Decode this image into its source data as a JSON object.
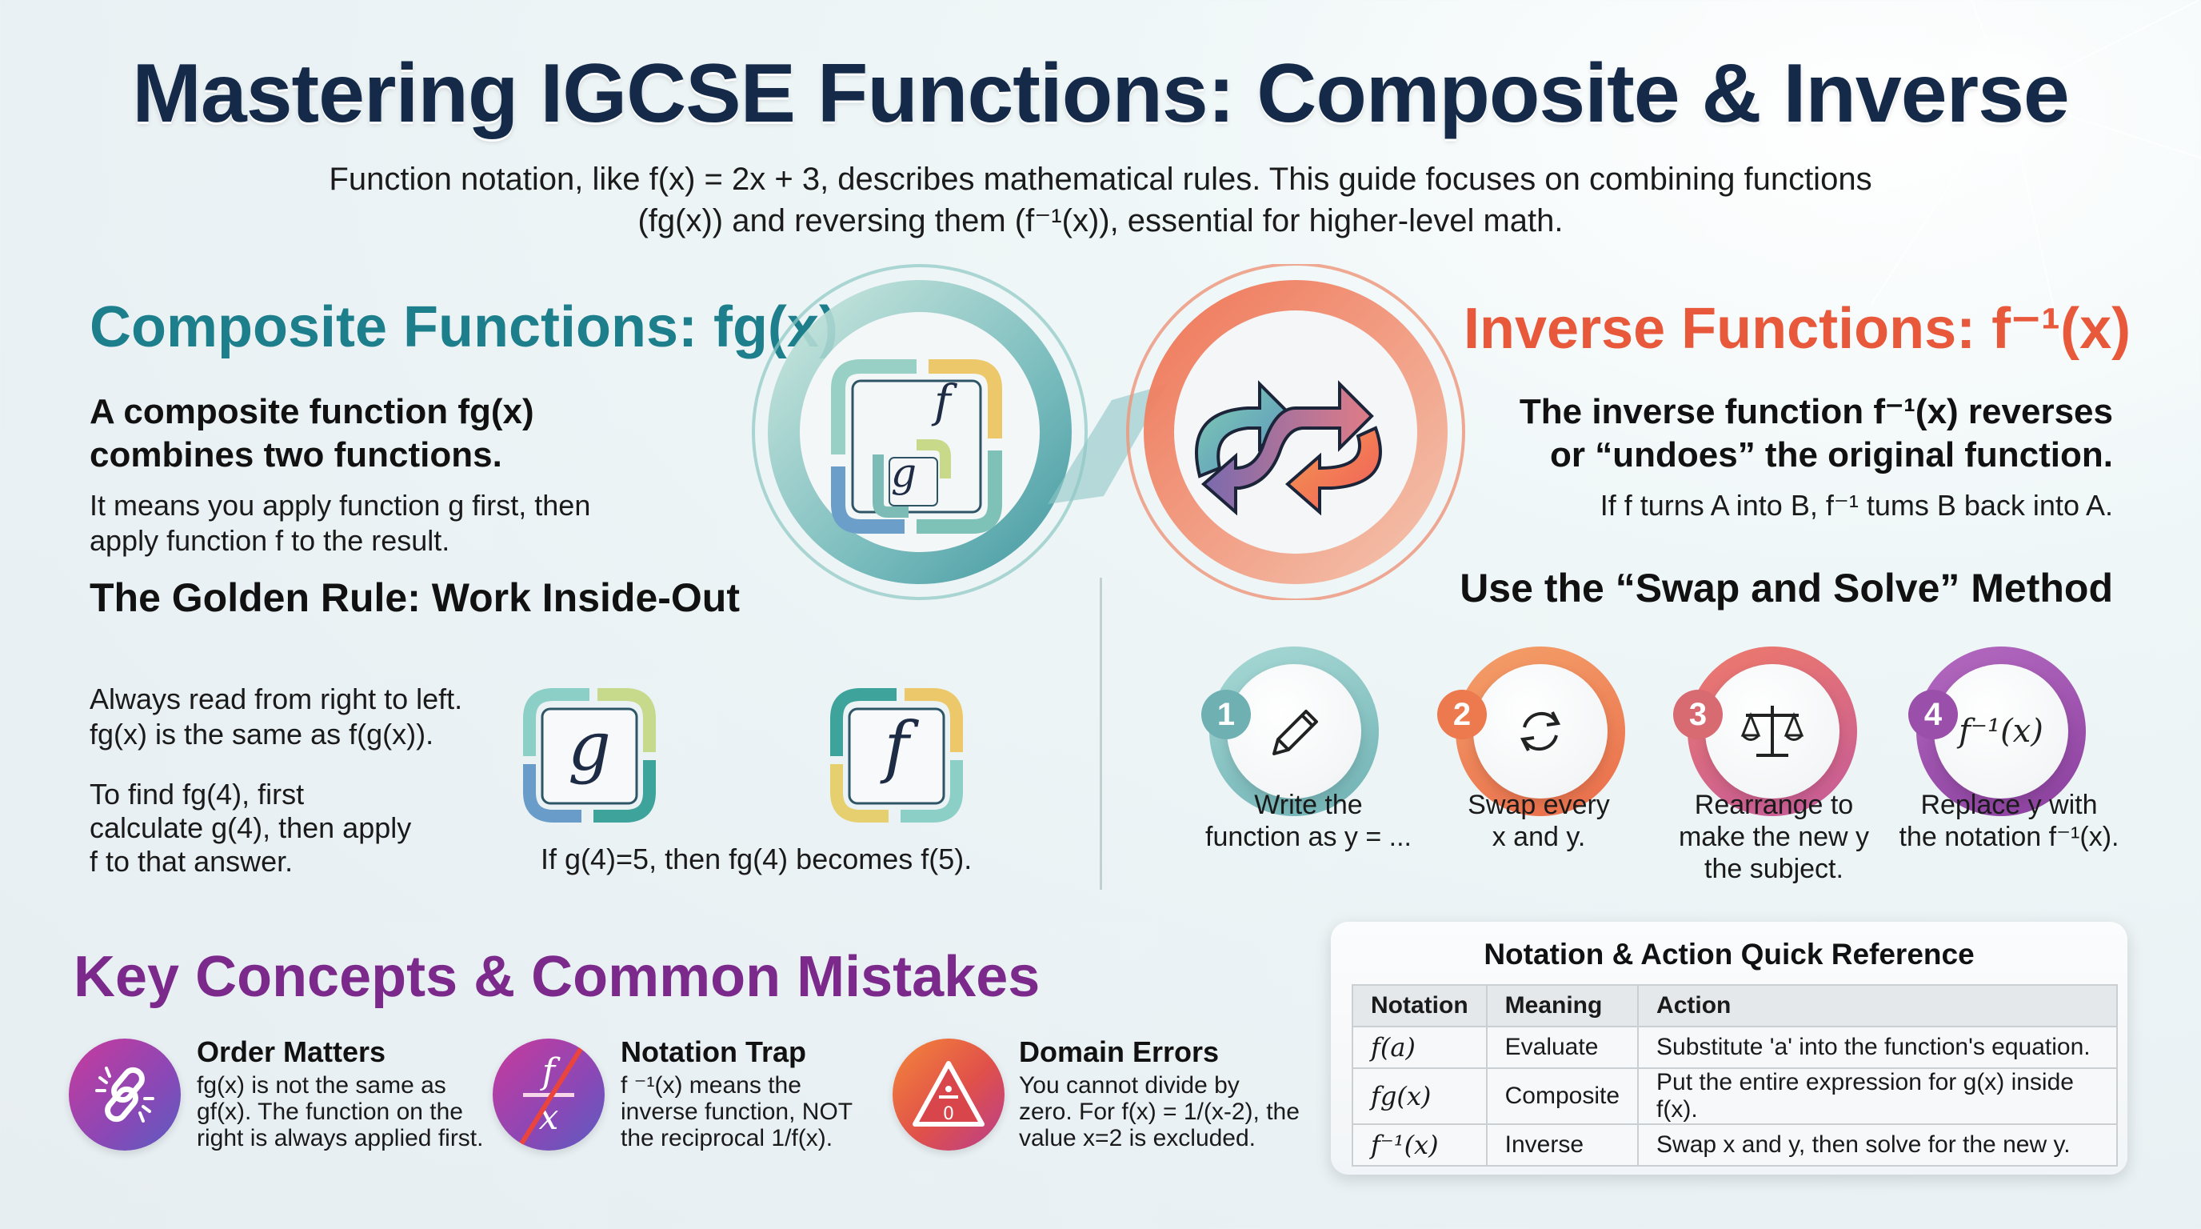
{
  "header": {
    "title": "Mastering IGCSE Functions: Composite & Inverse",
    "subtitle_line1": "Function notation, like f(x) = 2x + 3, describes mathematical rules. This guide focuses on combining functions",
    "subtitle_line2": "(fg(x)) and reversing them (f⁻¹(x)), essential for higher-level math."
  },
  "composite": {
    "heading": "Composite Functions: fg(x)",
    "lead_line1": "A composite function fg(x)",
    "lead_line2": "combines two functions.",
    "body_line1": "It means you apply function g first, then",
    "body_line2": "apply function f to the result.",
    "rule_heading": "The Golden Rule: Work Inside-Out",
    "rule_text_line1": "Always read from right to left.",
    "rule_text_line2": "fg(x) is the same as f(g(x)).",
    "example_line1": "To find fg(4), first",
    "example_line2": "calculate g(4), then apply",
    "example_line3": "f to that answer.",
    "tile_g": "g",
    "tile_f": "f",
    "tiles_caption": "If g(4)=5, then fg(4) becomes f(5).",
    "emblem": {
      "outer_label": "f",
      "inner_label": "g",
      "icon": "nested-squares-icon"
    },
    "accent_color": "#1e7f8c"
  },
  "inverse": {
    "heading": "Inverse Functions: f⁻¹(x)",
    "lead_line1": "The inverse function f⁻¹(x) reverses",
    "lead_line2": "or “undoes” the original function.",
    "body": "If f turns A into B, f⁻¹ tums B back into A.",
    "method_heading": "Use the “Swap and Solve” Method",
    "emblem": {
      "icon": "swap-arrows-icon"
    },
    "accent_color": "#e8593c",
    "steps": [
      {
        "num": "1",
        "icon": "pencil-icon",
        "line1": "Write the",
        "line2": "function as y = ...",
        "line3": "",
        "color": "#7dbdc0"
      },
      {
        "num": "2",
        "icon": "refresh-icon",
        "line1": "Swap every",
        "line2": "x and y.",
        "line3": "",
        "color": "#ee8a55"
      },
      {
        "num": "3",
        "icon": "balance-scale-icon",
        "line1": "Rearrange to",
        "line2": "make the new y",
        "line3": "the subject.",
        "color": "#de6a78"
      },
      {
        "num": "4",
        "icon": "inverse-notation-icon",
        "icon_text": "f⁻¹(x)",
        "line1": "Replace y with",
        "line2": "the notation f⁻¹(x).",
        "line3": "",
        "color": "#9c52a8"
      }
    ]
  },
  "key_concepts": {
    "heading": "Key Concepts & Common Mistakes",
    "accent_color": "#7b2a8c",
    "items": [
      {
        "title": "Order Matters",
        "icon": "broken-link-icon",
        "line1": "fg(x) is not the same as",
        "line2": "gf(x). The function on the",
        "line3": "right is always applied first."
      },
      {
        "title": "Notation Trap",
        "icon": "crossed-fraction-icon",
        "icon_num": "f",
        "icon_den": "x",
        "line1": "f ⁻¹(x) means the",
        "line2": "inverse function, NOT",
        "line3": "the reciprocal 1/f(x)."
      },
      {
        "title": "Domain Errors",
        "icon": "warning-divide-by-zero-icon",
        "icon_den": "0",
        "line1": "You cannot divide by",
        "line2": "zero. For f(x) = 1/(x-2), the",
        "line3": "value x=2 is excluded."
      }
    ]
  },
  "reference": {
    "title": "Notation & Action Quick Reference",
    "columns": [
      "Notation",
      "Meaning",
      "Action"
    ],
    "rows": [
      {
        "notation": "f(a)",
        "meaning": "Evaluate",
        "action": "Substitute 'a' into the function's equation."
      },
      {
        "notation": "fg(x)",
        "meaning": "Composite",
        "action": "Put the entire expression for g(x) inside f(x)."
      },
      {
        "notation": "f⁻¹(x)",
        "meaning": "Inverse",
        "action": "Swap x and y, then solve for the new y."
      }
    ]
  }
}
